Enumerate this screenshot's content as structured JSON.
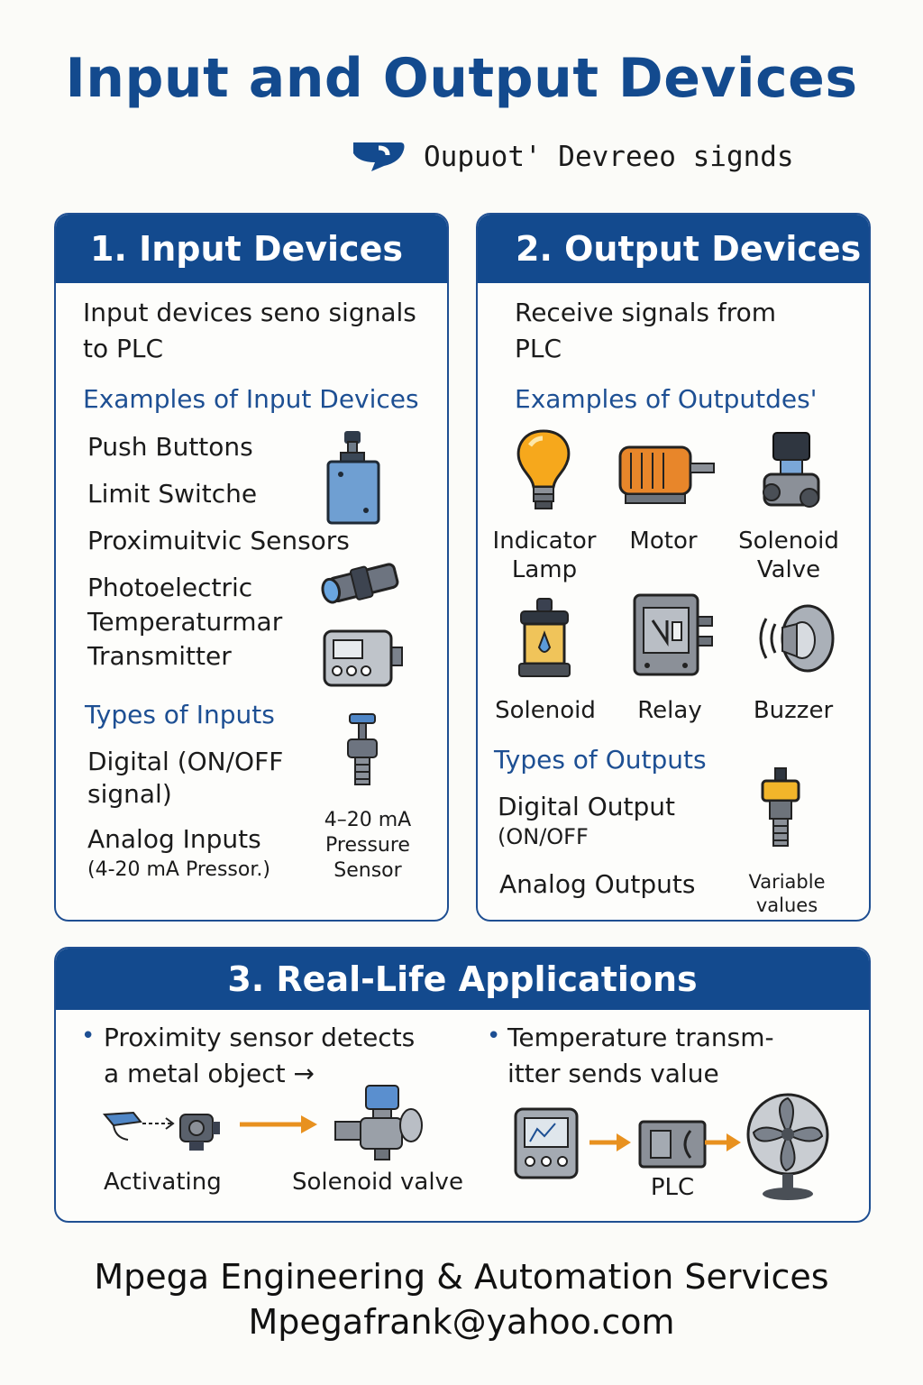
{
  "title": "Input and Output Devices",
  "subtitle": "Oupuot' Devreeo signds",
  "input_panel": {
    "heading": "1. Input Devices",
    "intro": [
      "Input devices seno signals",
      "to PLC"
    ],
    "examples_heading": "Examples of Input Devices",
    "examples": [
      "Push Buttons",
      "Limit Switche",
      "Proximuitvic Sensors",
      "Photoelectric",
      "Temperaturmar",
      "Transmitter"
    ],
    "types_heading": "Types of Inputs",
    "digital": [
      "Digital (ON/OFF",
      "signal)"
    ],
    "analog": "Analog Inputs",
    "analog_note": "(4-20 mA Pressor.)",
    "sensor_caption": [
      "4–20 mA",
      "Pressure",
      "Sensor"
    ]
  },
  "output_panel": {
    "heading": "2. Output Devices",
    "intro": [
      "Receive signals from",
      "PLC"
    ],
    "examples_heading": "Examples of Outputdes'",
    "devices_row1": [
      [
        "Indicator",
        "Lamp"
      ],
      [
        "Motor"
      ],
      [
        "Solenoid",
        "Valve"
      ]
    ],
    "devices_row2": [
      "Solenoid",
      "Relay",
      "Buzzer"
    ],
    "types_heading": "Types of Outputs",
    "digital": [
      "Digital Output",
      "(ON/OFF"
    ],
    "analog": "Analog Outputs",
    "variable_caption": [
      "Variable",
      "values"
    ]
  },
  "applications_panel": {
    "heading": "3. Real-Life Applications",
    "left_bullet": [
      "Proximity sensor detects",
      "a metal object →"
    ],
    "left_captions": [
      "Activating",
      "Solenoid valve"
    ],
    "right_bullet": [
      "Temperature transm-",
      "itter sends value"
    ],
    "right_caption": "PLC"
  },
  "footer": {
    "company": "Mpega Engineering & Automation Services",
    "email": "Mpegafrank@yahoo.com"
  },
  "colors": {
    "brand_blue": "#134a8e",
    "accent_orange": "#e8911f"
  }
}
